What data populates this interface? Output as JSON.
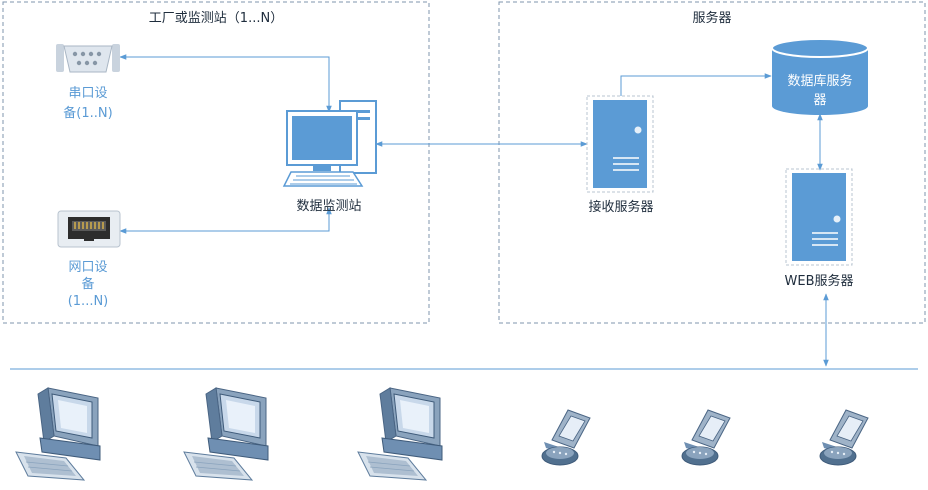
{
  "factory_group": {
    "title": "工厂或监测站（1...N）"
  },
  "server_group": {
    "title": "服务器"
  },
  "serial_device": {
    "line1": "串口设",
    "line2": "备(1..N)"
  },
  "network_device": {
    "line1": "网口设",
    "line2": "备",
    "line3": "(1...N)"
  },
  "monitor_station": {
    "label": "数据监测站"
  },
  "receive_server": {
    "label": "接收服务器"
  },
  "db_server": {
    "line1": "数据库服务",
    "line2": "器"
  },
  "web_server": {
    "label": "WEB服务器"
  },
  "clients": {
    "computers": [
      "computer-client-1",
      "computer-client-2",
      "computer-client-3"
    ],
    "phones": [
      "phone-client-1",
      "phone-client-2",
      "phone-client-3"
    ]
  },
  "colors": {
    "server_blue": "#5b9bd5",
    "line_blue": "#5b9bd5",
    "dash_gray": "#7f96ad",
    "text_dark": "#1f2d3d",
    "label_blue": "#5b9bd5",
    "client_blue": "#6f8fb2"
  }
}
